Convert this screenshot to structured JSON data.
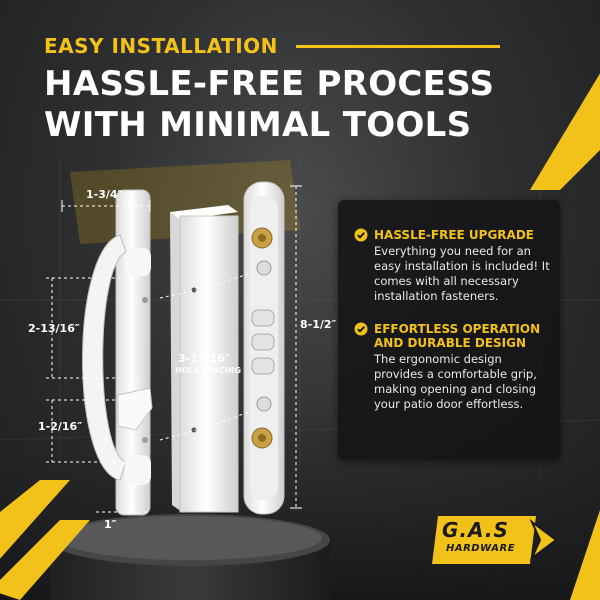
{
  "header": {
    "kicker": "EASY INSTALLATION",
    "headline_line1": "HASSLE-FREE PROCESS",
    "headline_line2": "WITH MINIMAL TOOLS"
  },
  "features": [
    {
      "title_line1": "HASSLE-FREE UPGRADE",
      "title_line2": "",
      "body": "Everything you need for an easy installation is included! It comes with all necessary installation fasteners."
    },
    {
      "title_line1": "EFFORTLESS OPERATION",
      "title_line2": "AND DURABLE DESIGN",
      "body": "The ergonomic design provides a comfortable grip, making opening and closing your patio door effortless."
    }
  ],
  "dimensions": {
    "width_top": "1-3/4″",
    "height_left": "2-13/16″",
    "lower_left": "1-2/16″",
    "bottom": "1″",
    "hole_spacing_value": "3-15/16″",
    "hole_spacing_label": "HOLE SPACING",
    "plate_height": "8-1/2″"
  },
  "brand": {
    "logo_main": "G.A.S",
    "logo_sub": "HARDWARE"
  },
  "colors": {
    "accent": "#f2c21a",
    "background": "#2f3032",
    "card": "#141416",
    "text": "#ffffff"
  },
  "icons": {
    "feature_icon": "check-circle-icon"
  }
}
